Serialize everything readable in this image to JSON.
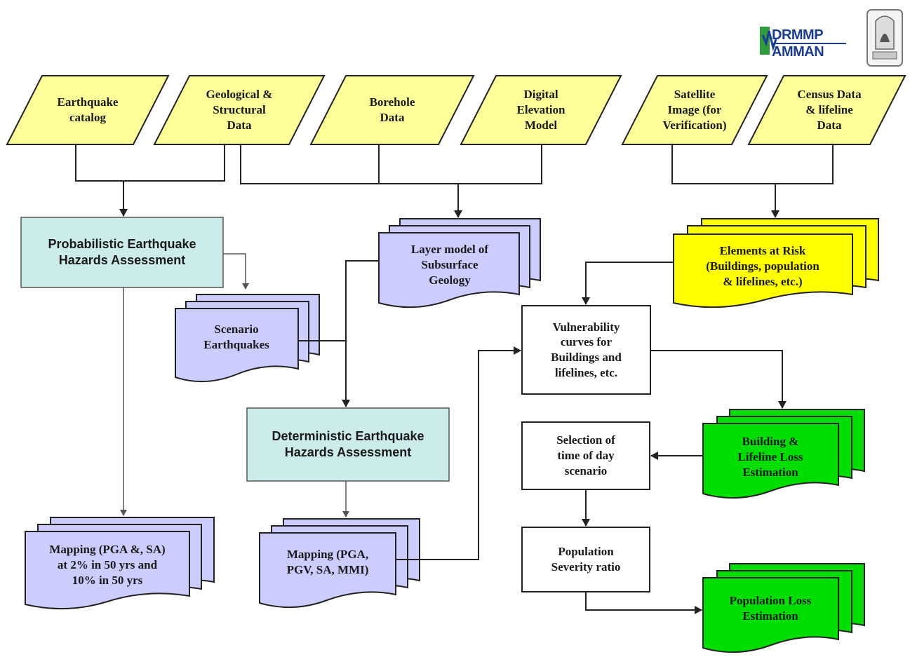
{
  "logo": {
    "line1": "DRMMP",
    "line2": "AMMAN"
  },
  "inputs": [
    {
      "id": "eq",
      "text": "Earthquake\ncatalog"
    },
    {
      "id": "geo",
      "text": "Geological &\nStructural\nData"
    },
    {
      "id": "bore",
      "text": "Borehole\nData"
    },
    {
      "id": "dem",
      "text": "Digital\nElevation\nModel"
    },
    {
      "id": "sat",
      "text": "Satellite\nImage (for\nVerification)"
    },
    {
      "id": "census",
      "text": "Census Data\n& lifeline\nData"
    }
  ],
  "processes": {
    "pseha": "Probabilistic Earthquake\nHazards Assessment",
    "dseha": "Deterministic Earthquake\nHazards Assessment",
    "vuln": "Vulnerability\ncurves for\nBuildings and\nlifelines, etc.",
    "timeofday": "Selection of\ntime of day\nscenario",
    "popsev": "Population\nSeverity ratio"
  },
  "documents": {
    "layer": "Layer model of\nSubsurface\nGeology",
    "scenario": "Scenario\nEarthquakes",
    "map1": "Mapping (PGA &, SA)\nat 2% in 50 yrs and\n10% in 50 yrs",
    "map2": "Mapping (PGA,\nPGV, SA, MMI)",
    "elements": "Elements at Risk\n(Buildings, population\n& lifelines, etc.)",
    "buildingloss": "Building &\nLifeline Loss\nEstimation",
    "poploss": "Population Loss\nEstimation"
  },
  "colors": {
    "input_fill": "#ffff99",
    "process_fill": "#ccecec",
    "doc_fill": "#ccccff",
    "risk_fill": "#ffff00",
    "loss_fill": "#00dd00",
    "white_box": "#ffffff",
    "line": "#222222",
    "logo_blue": "#1b3d8f",
    "logo_green": "#2e9b3c"
  }
}
